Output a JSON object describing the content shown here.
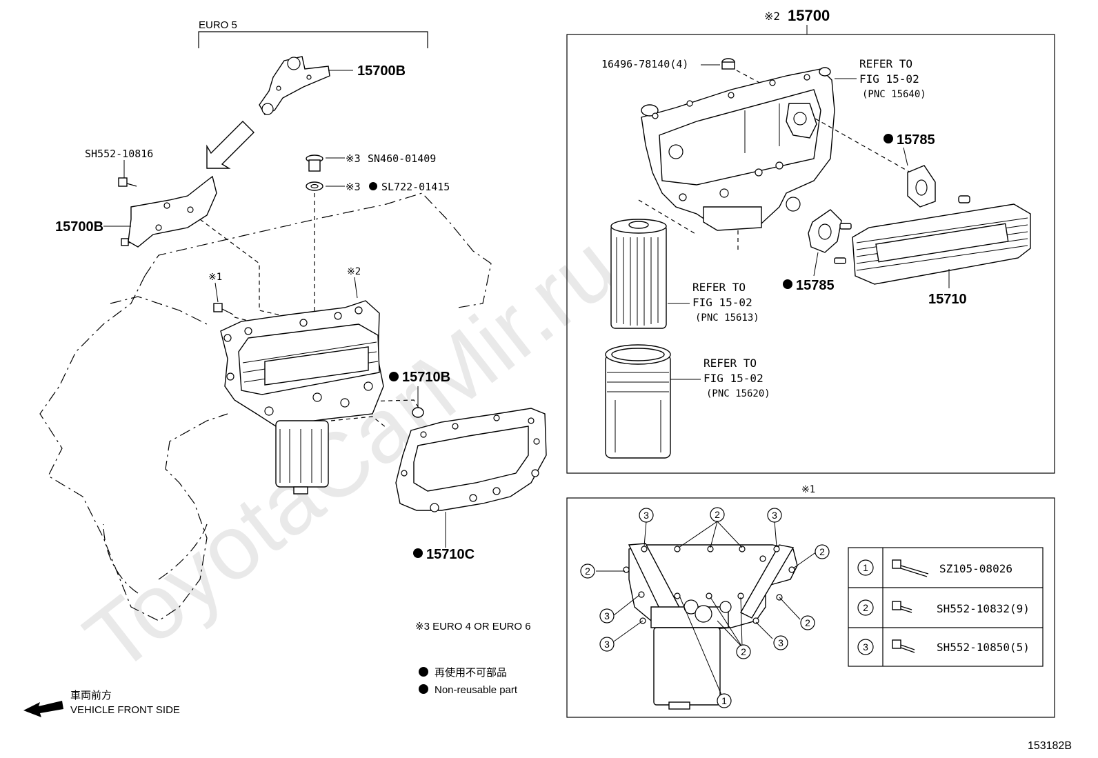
{
  "watermark": "ToyotaCarMir.ru",
  "figure_id": "153182B",
  "left_panel": {
    "euro5_label": "EURO 5",
    "bracket_upper": "15700B",
    "bracket_lower": "15700B",
    "bolt_bracket": "SH552-10816",
    "plug": "SN460-01409",
    "plug_mark": "※3",
    "gasket_washer": "SL722-01415",
    "gasket_washer_mark": "※3",
    "mark1": "※1",
    "mark2": "※2",
    "oring": "15710B",
    "gasket": "15710C",
    "note_euro": "※3 EURO 4 OR EURO 6",
    "legend_jp": "再使用不可部品",
    "legend_en": "Non-reusable part",
    "front_jp": "車両前方",
    "front_en": "VEHICLE FRONT SIDE"
  },
  "top_right": {
    "header_mark": "※2",
    "header_part": "15700",
    "bolt_ref": "16496-78140(4)",
    "ref1_line1": "REFER TO",
    "ref1_line2": "FIG 15-02",
    "ref1_line3": "(PNC 15640)",
    "ref2_line1": "REFER TO",
    "ref2_line2": "FIG 15-02",
    "ref2_line3": "(PNC 15613)",
    "ref3_line1": "REFER TO",
    "ref3_line2": "FIG 15-02",
    "ref3_line3": "(PNC 15620)",
    "gasket_a": "15785",
    "gasket_b": "15785",
    "cooler": "15710"
  },
  "bottom_right": {
    "header_mark": "※1",
    "callouts": [
      "1",
      "2",
      "3"
    ],
    "legend": [
      {
        "num": "1",
        "part": "SZ105-08026"
      },
      {
        "num": "2",
        "part": "SH552-10832(9)"
      },
      {
        "num": "3",
        "part": "SH552-10850(5)"
      }
    ]
  }
}
